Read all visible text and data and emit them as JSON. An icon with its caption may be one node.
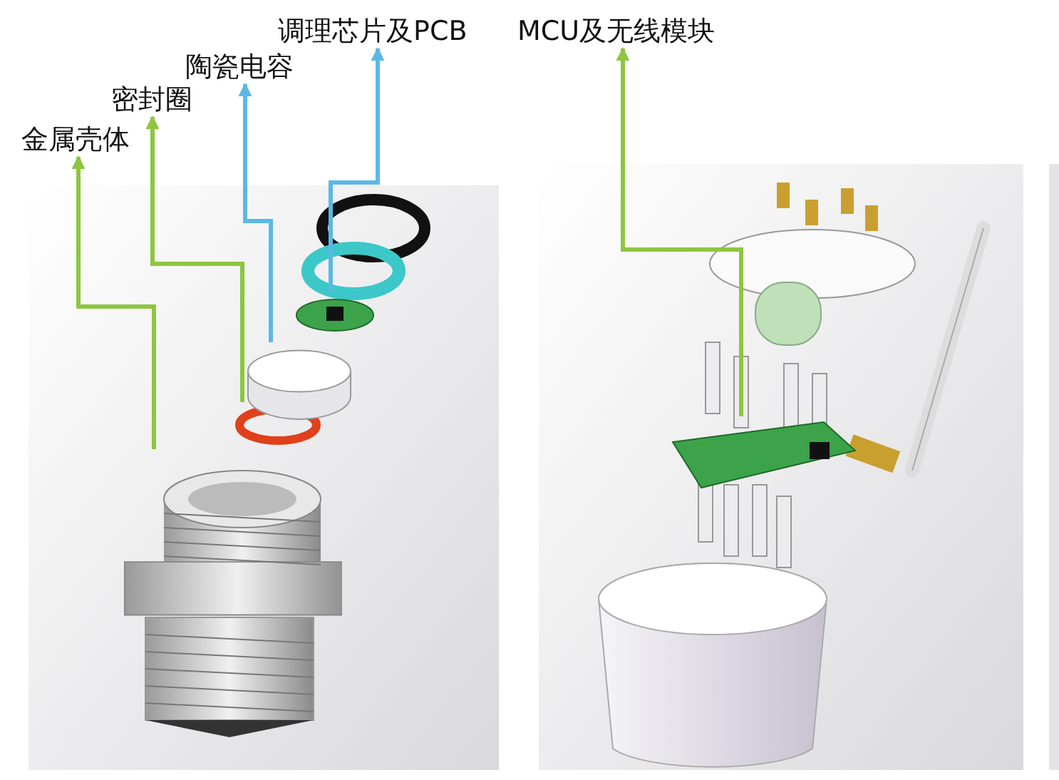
{
  "diagram": {
    "nodes": [
      {
        "text": [
          "金属壳体"
        ]
      },
      {
        "text": [
          "密封圈"
        ]
      },
      {
        "text": [
          "陶瓷电容"
        ]
      },
      {
        "text": [
          "调理芯片及PCB"
        ]
      },
      {
        "text": [
          "MCU及无线模块"
        ]
      },
      {
        "text": [],
        "shape": "picture"
      },
      {
        "text": [],
        "shape": "circle"
      },
      {
        "text": [],
        "shape": "cylinder"
      },
      {
        "text": [],
        "shape": "picture"
      },
      {
        "text": [],
        "shape": "picture"
      }
    ],
    "edges": [
      {
        "from": 5,
        "to": 0,
        "arrow": "to"
      },
      {
        "from": 6,
        "to": 1,
        "arrow": "to"
      },
      {
        "from": 7,
        "to": 2,
        "arrow": "to",
        "color": "#5bb8e6"
      },
      {
        "from": 8,
        "to": 3,
        "arrow": "to",
        "color": "#5bb8e6"
      },
      {
        "from": 9,
        "to": 4,
        "arrow": "to"
      }
    ]
  }
}
